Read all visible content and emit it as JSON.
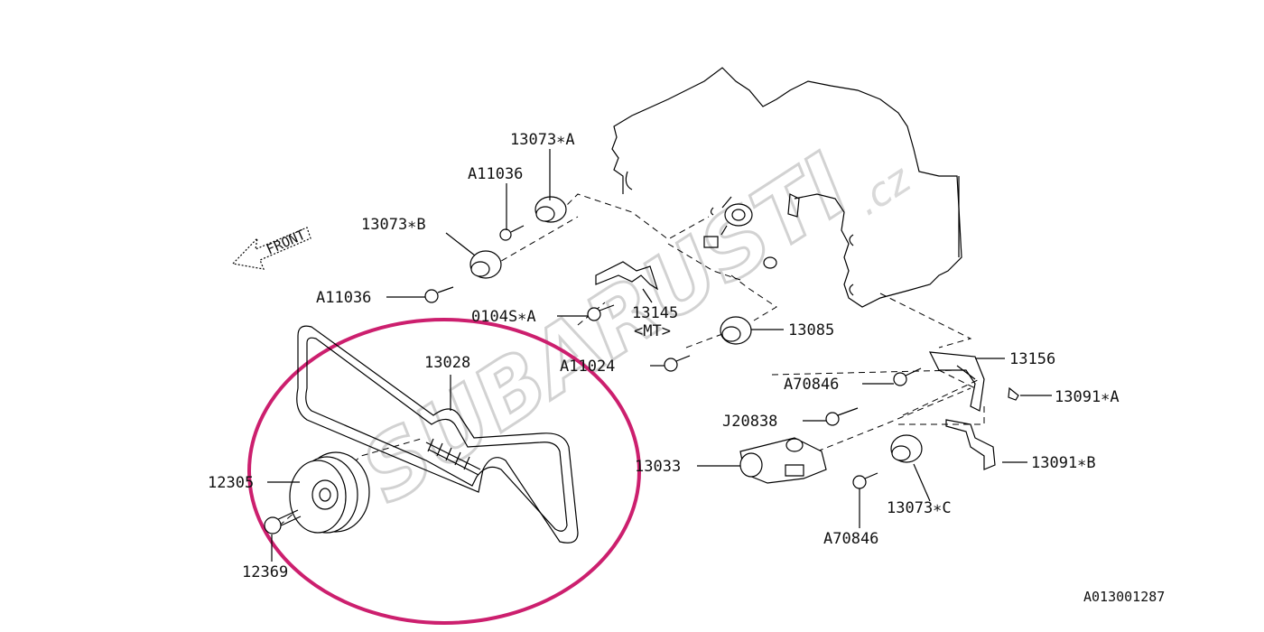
{
  "watermark": {
    "main": "SUBARUSTI",
    "suffix": ".cz"
  },
  "front_label": "FRONT",
  "drawing_number": "A013001287",
  "callouts": {
    "c13073A": "13073∗A",
    "a11036_top": "A11036",
    "c13073B": "13073∗B",
    "a11036_mid": "A11036",
    "c0104S": "0104S∗A",
    "c13145": "13145",
    "mt": "<MT>",
    "c13085": "13085",
    "a11024": "A11024",
    "c13156": "13156",
    "a70846_top": "A70846",
    "c13091A": "13091∗A",
    "j20838": "J20838",
    "c13028": "13028",
    "c13033": "13033",
    "c13091B": "13091∗B",
    "c12305": "12305",
    "c13073C": "13073∗C",
    "a70846_bot": "A70846",
    "c12369": "12369"
  },
  "colors": {
    "highlight_circle": "#cc1f6e",
    "line": "#000000",
    "watermark": "#c8c8c8"
  }
}
